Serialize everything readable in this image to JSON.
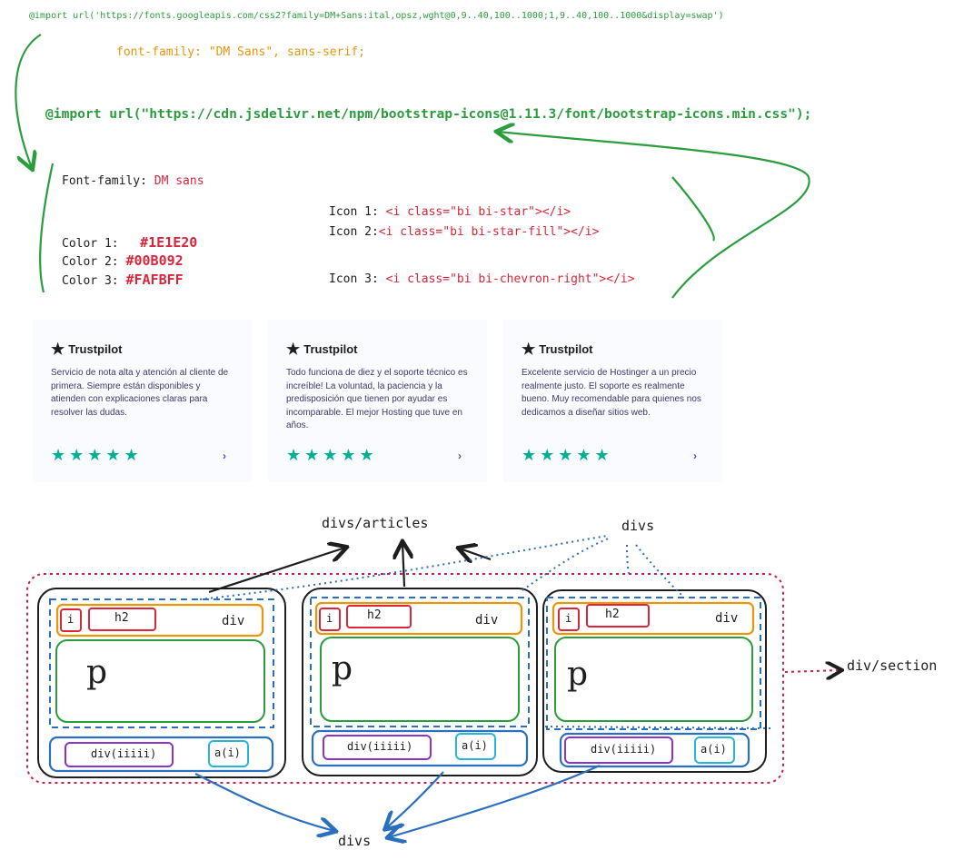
{
  "notes": {
    "import_fonts": "@import url('https://fonts.googleapis.com/css2?family=DM+Sans:ital,opsz,wght@0,9..40,100..1000;1,9..40,100..1000&display=swap')",
    "font_family_css": "font-family: \"DM Sans\", sans-serif;",
    "import_icons": "@import url(\"https://cdn.jsdelivr.net/npm/bootstrap-icons@1.11.3/font/bootstrap-icons.min.css\");",
    "font_family_label": "Font-family:",
    "font_family_value": "DM sans",
    "colors": [
      {
        "label": "Color 1:",
        "value": "#1E1E20"
      },
      {
        "label": "Color 2:",
        "value": "#00B092"
      },
      {
        "label": "Color 3:",
        "value": "#FAFBFF"
      }
    ],
    "icons": [
      {
        "label": "Icon 1:",
        "value": "<i class=\"bi bi-star\"></i>"
      },
      {
        "label": "Icon 2:",
        "value": "<i class=\"bi bi-star-fill\"></i>"
      },
      {
        "label": "Icon 3:",
        "value": "<i class=\"bi bi-chevron-right\"></i>"
      }
    ]
  },
  "cards": [
    {
      "brand": "Trustpilot",
      "text": "Servicio de nota alta y atención al cliente de primera. Siempre están disponibles y atienden con explicaciones claras para resolver las dudas.",
      "stars": "★★★★★",
      "chevron": "›"
    },
    {
      "brand": "Trustpilot",
      "text": "Todo funciona de diez y el soporte técnico es increíble! La voluntad, la paciencia y la predisposición que tienen por ayudar es incomparable. El mejor Hosting que tuve en años.",
      "stars": "★★★★★",
      "chevron": "›"
    },
    {
      "brand": "Trustpilot",
      "text": "Excelente servicio de Hostinger a un precio realmente justo. El soporte es realmente bueno. Muy recomendable para quienes nos dedicamos a diseñar sitios web.",
      "stars": "★★★★★",
      "chevron": "›"
    }
  ],
  "diagram": {
    "articles_label": "divs/articles",
    "divs_top_label": "divs",
    "section_label": "div/section",
    "divs_bottom_label": "divs",
    "box_i": "i",
    "box_h2": "h2",
    "box_div": "div",
    "box_p": "p",
    "box_stars": "div(iiiii)",
    "box_link": "a(i)"
  },
  "palette": {
    "primary": "#1E1E20",
    "accent": "#00B092",
    "background": "#FAFBFF",
    "chevron": "#673DE6"
  }
}
